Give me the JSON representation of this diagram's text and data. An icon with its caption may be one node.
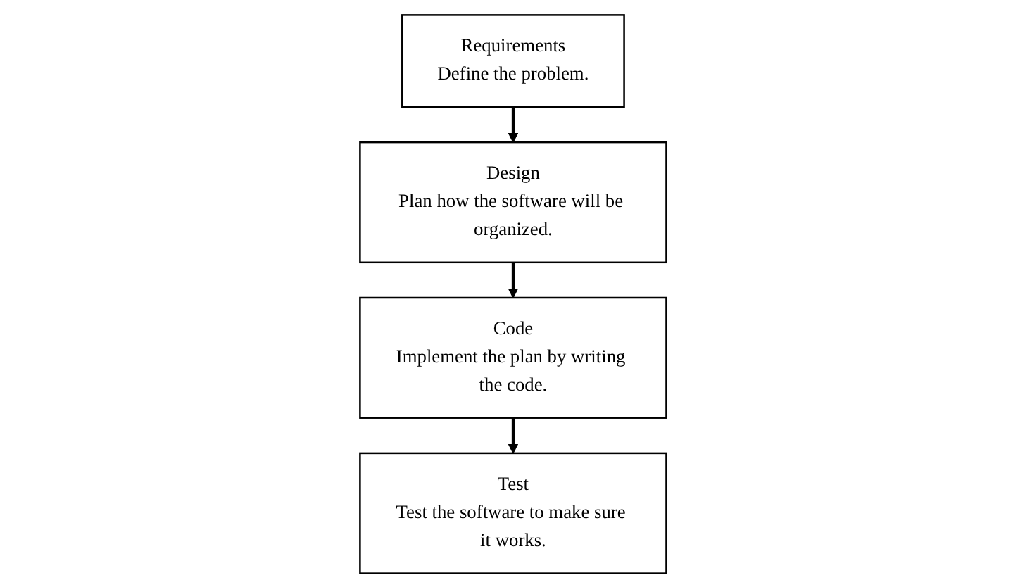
{
  "diagram": {
    "nodes": [
      {
        "text": [
          "Requirements",
          "Define the problem."
        ]
      },
      {
        "text": [
          "Design",
          "Plan how the software will be organized."
        ]
      },
      {
        "text": [
          "Code",
          "Implement the plan by writing the code."
        ]
      },
      {
        "text": [
          "Test",
          "Test the software to make sure it works."
        ]
      }
    ],
    "edges": [
      {
        "from": 0,
        "to": 1,
        "arrow": "to"
      },
      {
        "from": 1,
        "to": 2,
        "arrow": "to"
      },
      {
        "from": 2,
        "to": 3,
        "arrow": "to"
      }
    ]
  }
}
